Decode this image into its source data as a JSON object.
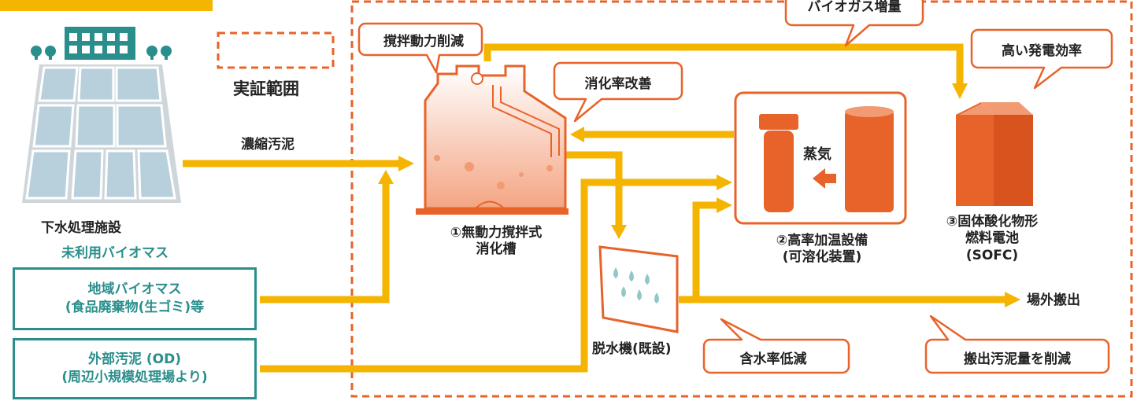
{
  "title_tag": "",
  "legend": {
    "label": "実証範囲"
  },
  "facility": {
    "label": "下水処理施設"
  },
  "flows": {
    "thickened_sludge": "濃縮汚泥",
    "steam": "蒸気",
    "offsite": "場外搬出"
  },
  "unused_biomass": {
    "heading": "未利用バイオマス",
    "box1_line1": "地域バイオマス",
    "box1_line2": "(食品廃棄物(生ゴミ)等",
    "box2_line1": "外部汚泥 (OD)",
    "box2_line2": "(周辺小規模処理場より)"
  },
  "digester": {
    "label_line1": "①無動力撹拌式",
    "label_line2": "消化槽"
  },
  "heater": {
    "label_line1": "②高率加温設備",
    "label_line2": "(可溶化装置)"
  },
  "sofc": {
    "label_line1": "③固体酸化物形",
    "label_line2": "燃料電池",
    "label_line3": "(SOFC)"
  },
  "dewater": {
    "label": "脱水機(既設)"
  },
  "callouts": {
    "mixing_power": "撹拌動力削減",
    "digestion_rate": "消化率改善",
    "biogas_increase": "バイオガス増量",
    "power_efficiency": "高い発電効率",
    "moisture_reduction": "含水率低減",
    "sludge_reduction": "搬出汚泥量を削減"
  },
  "colors": {
    "flow": "#f4b400",
    "accent": "#e8632a",
    "teal": "#2a8f8c",
    "dashed": "#e8632a"
  }
}
